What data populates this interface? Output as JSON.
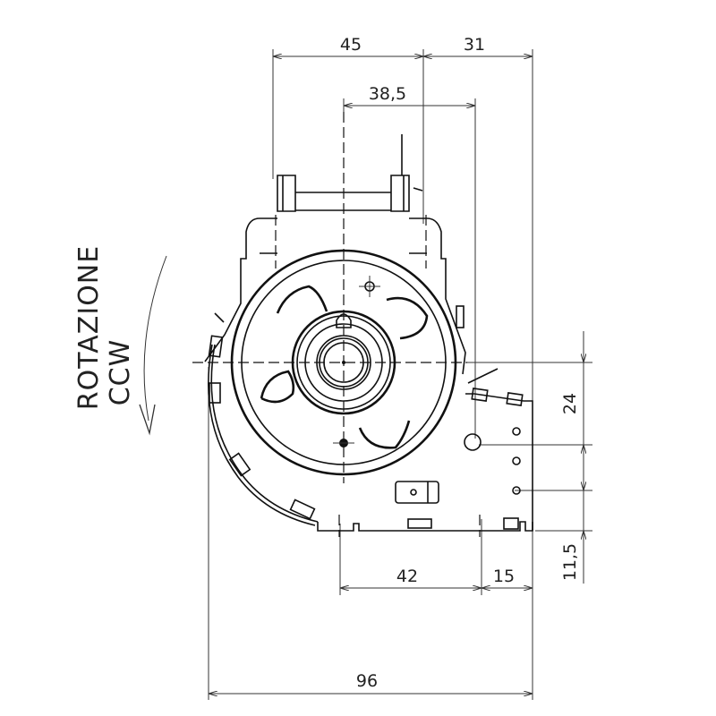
{
  "dimensions": {
    "width_45": "45",
    "width_31": "31",
    "offset_38_5": "38,5",
    "height_24": "24",
    "height_11_5": "11,5",
    "bottom_42": "42",
    "bottom_15": "15",
    "overall_96": "96"
  },
  "rotation": {
    "label": "ROTAZIONE",
    "direction": "CCW"
  },
  "colors": {
    "line": "#111111",
    "background": "#ffffff"
  }
}
